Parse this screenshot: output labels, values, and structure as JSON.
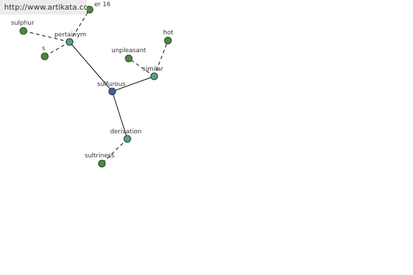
{
  "watermark": "http://www.artikata.com",
  "colors": {
    "center": "#4a5aa8",
    "relation": "#5a9a94",
    "leaf": "#4e8a3e"
  },
  "nodes": [
    {
      "id": "sulfurous",
      "label": "sulfurous",
      "kind": "center"
    },
    {
      "id": "pertainym",
      "label": "pertainym",
      "kind": "relation"
    },
    {
      "id": "similar",
      "label": "similar",
      "kind": "relation"
    },
    {
      "id": "derivation",
      "label": "derivation",
      "kind": "relation"
    },
    {
      "id": "sulphur",
      "label": "sulphur",
      "kind": "leaf"
    },
    {
      "id": "s",
      "label": "s",
      "kind": "leaf"
    },
    {
      "id": "hot",
      "label": "hot",
      "kind": "leaf"
    },
    {
      "id": "unpleasant",
      "label": "unpleasant",
      "kind": "leaf"
    },
    {
      "id": "sultriness",
      "label": "sultriness",
      "kind": "leaf"
    },
    {
      "id": "number16",
      "label": "er 16",
      "kind": "leaf"
    }
  ],
  "edges": [
    {
      "from": "sulfurous",
      "to": "pertainym",
      "style": "solid"
    },
    {
      "from": "sulfurous",
      "to": "similar",
      "style": "solid"
    },
    {
      "from": "sulfurous",
      "to": "derivation",
      "style": "solid"
    },
    {
      "from": "pertainym",
      "to": "sulphur",
      "style": "dashed"
    },
    {
      "from": "pertainym",
      "to": "s",
      "style": "dashed"
    },
    {
      "from": "similar",
      "to": "hot",
      "style": "dashed"
    },
    {
      "from": "similar",
      "to": "unpleasant",
      "style": "dashed"
    },
    {
      "from": "derivation",
      "to": "sultriness",
      "style": "dashed"
    },
    {
      "from": "pertainym",
      "to": "number16",
      "style": "dashed"
    }
  ]
}
